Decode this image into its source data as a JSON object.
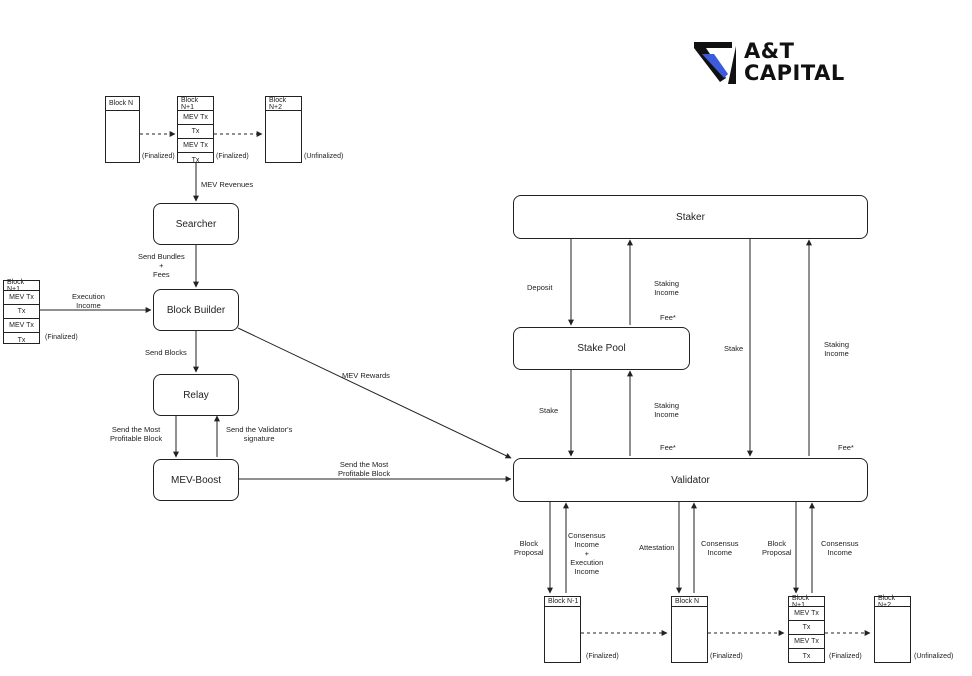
{
  "logo": {
    "line1": "A&T",
    "line2": "CAPITAL"
  },
  "nodes": {
    "searcher": "Searcher",
    "block_builder": "Block Builder",
    "relay": "Relay",
    "mev_boost": "MEV-Boost",
    "staker": "Staker",
    "stake_pool": "Stake Pool",
    "validator": "Validator"
  },
  "top_chain": {
    "block_n": "Block N",
    "block_n1": "Block N+1",
    "block_n1_rows": [
      "MEV Tx",
      "Tx",
      "MEV Tx",
      "Tx"
    ],
    "block_n2": "Block N+2",
    "status_finalized": "(Finalized)",
    "status_unfinalized": "(Unfinalized)"
  },
  "side_block": {
    "title": "Block N+1",
    "rows": [
      "MEV Tx",
      "Tx",
      "MEV Tx",
      "Tx"
    ],
    "status": "(Finalized)"
  },
  "bottom_chain": {
    "block_nm1": "Block N-1",
    "block_n": "Block N",
    "block_n1": "Block N+1",
    "block_n1_rows": [
      "MEV Tx",
      "Tx",
      "MEV Tx",
      "Tx"
    ],
    "block_n2": "Block N+2",
    "status_finalized": "(Finalized)",
    "status_unfinalized": "(Unfinalized)"
  },
  "labels": {
    "mev_revenues": "MEV Revenues",
    "send_bundles": "Send Bundles\n+\nFees",
    "execution_income": "Execution\nIncome",
    "send_blocks": "Send Blocks",
    "send_most_profitable": "Send the Most\nProfitable Block",
    "send_validator_sig": "Send the Validator's\nsignature",
    "mev_rewards": "MEV Rewards",
    "send_most_profitable_2": "Send the Most\nProfitable Block",
    "deposit": "Deposit",
    "staking_income_1": "Staking\nIncome",
    "fee_1": "Fee*",
    "stake_middle": "Stake",
    "staking_income_right": "Staking\nIncome",
    "stake_pool_stake": "Stake",
    "staking_income_2": "Staking\nIncome",
    "fee_2": "Fee*",
    "fee_3": "Fee*",
    "block_proposal_1": "Block\nProposal",
    "consensus_exec_income": "Consensus\nIncome\n+\nExecution\nIncome",
    "attestation": "Attestation",
    "consensus_income_1": "Consensus\nIncome",
    "block_proposal_2": "Block\nProposal",
    "consensus_income_2": "Consensus\nIncome"
  }
}
